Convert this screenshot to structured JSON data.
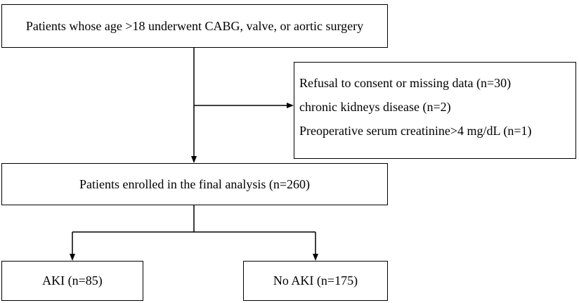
{
  "nodes": {
    "screening": {
      "label": "Patients whose age >18 underwent CABG, valve, or aortic surgery"
    },
    "exclusions": {
      "items": [
        "Refusal to consent or missing data (n=30)",
        "chronic kidneys disease (n=2)",
        "Preoperative serum creatinine>4 mg/dL (n=1)"
      ]
    },
    "enrolled": {
      "label": "Patients enrolled in the final analysis (n=260)"
    },
    "aki": {
      "label": "AKI (n=85)"
    },
    "no_aki": {
      "label": "No AKI (n=175)"
    }
  },
  "colors": {
    "stroke": "#000000",
    "background": "#ffffff"
  }
}
